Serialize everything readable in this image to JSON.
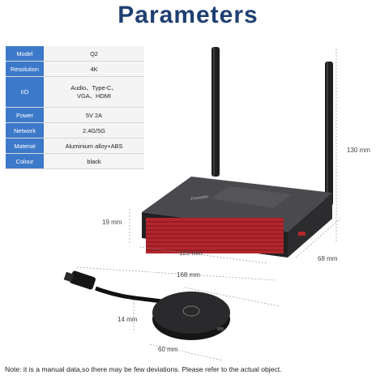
{
  "title": "Parameters",
  "spec_table": [
    {
      "key": "Model",
      "value": "Q2"
    },
    {
      "key": "Resolution",
      "value": "4K"
    },
    {
      "key": "I/O",
      "value": "Audio、Type-C、\nVGA、HDMI"
    },
    {
      "key": "Power",
      "value": "5V 2A"
    },
    {
      "key": "Network",
      "value": "2.4G/5G"
    },
    {
      "key": "Material",
      "value": "Aluminium alloy+ABS"
    },
    {
      "key": "Colour",
      "value": "black"
    }
  ],
  "dimensions": {
    "height": "130 mm",
    "thickness": "19 mm",
    "length": "123 mm",
    "depth": "68 mm",
    "cable_length": "168 mm",
    "dongle_thickness": "14 mm",
    "dongle_diameter": "60 mm"
  },
  "device_logo": "Fnmeddo",
  "note": "Note:  it is a manual data,so there may be few  deviations. Please refer to the actual object.",
  "colors": {
    "title": "#1f3f72",
    "label_bg": "#3d79c9",
    "accent_red": "#b3262d"
  }
}
